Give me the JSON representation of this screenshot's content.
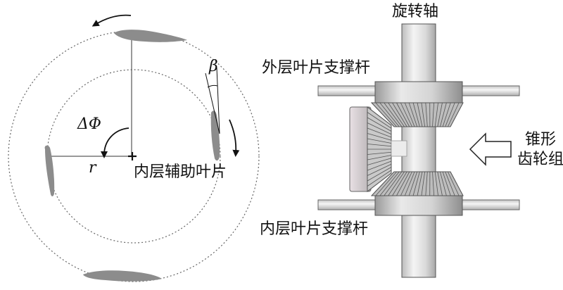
{
  "labels": {
    "rotation_axis": "旋转轴",
    "outer_rod": "外层叶片支撑杆",
    "inner_rod": "内层叶片支撑杆",
    "bevel_gear_line1": "锥形",
    "bevel_gear_line2": "齿轮组",
    "inner_blade": "内层辅助叶片",
    "delta_phi": "ΔΦ",
    "radius": "r",
    "beta": "β"
  },
  "colors": {
    "blade": "#8c8c8c",
    "circle": "#666666",
    "metal_light": "#f3f3f3",
    "metal_mid": "#cfcfcf",
    "metal_dark": "#8a8a8a",
    "gear_face": "#bdbdbd"
  }
}
